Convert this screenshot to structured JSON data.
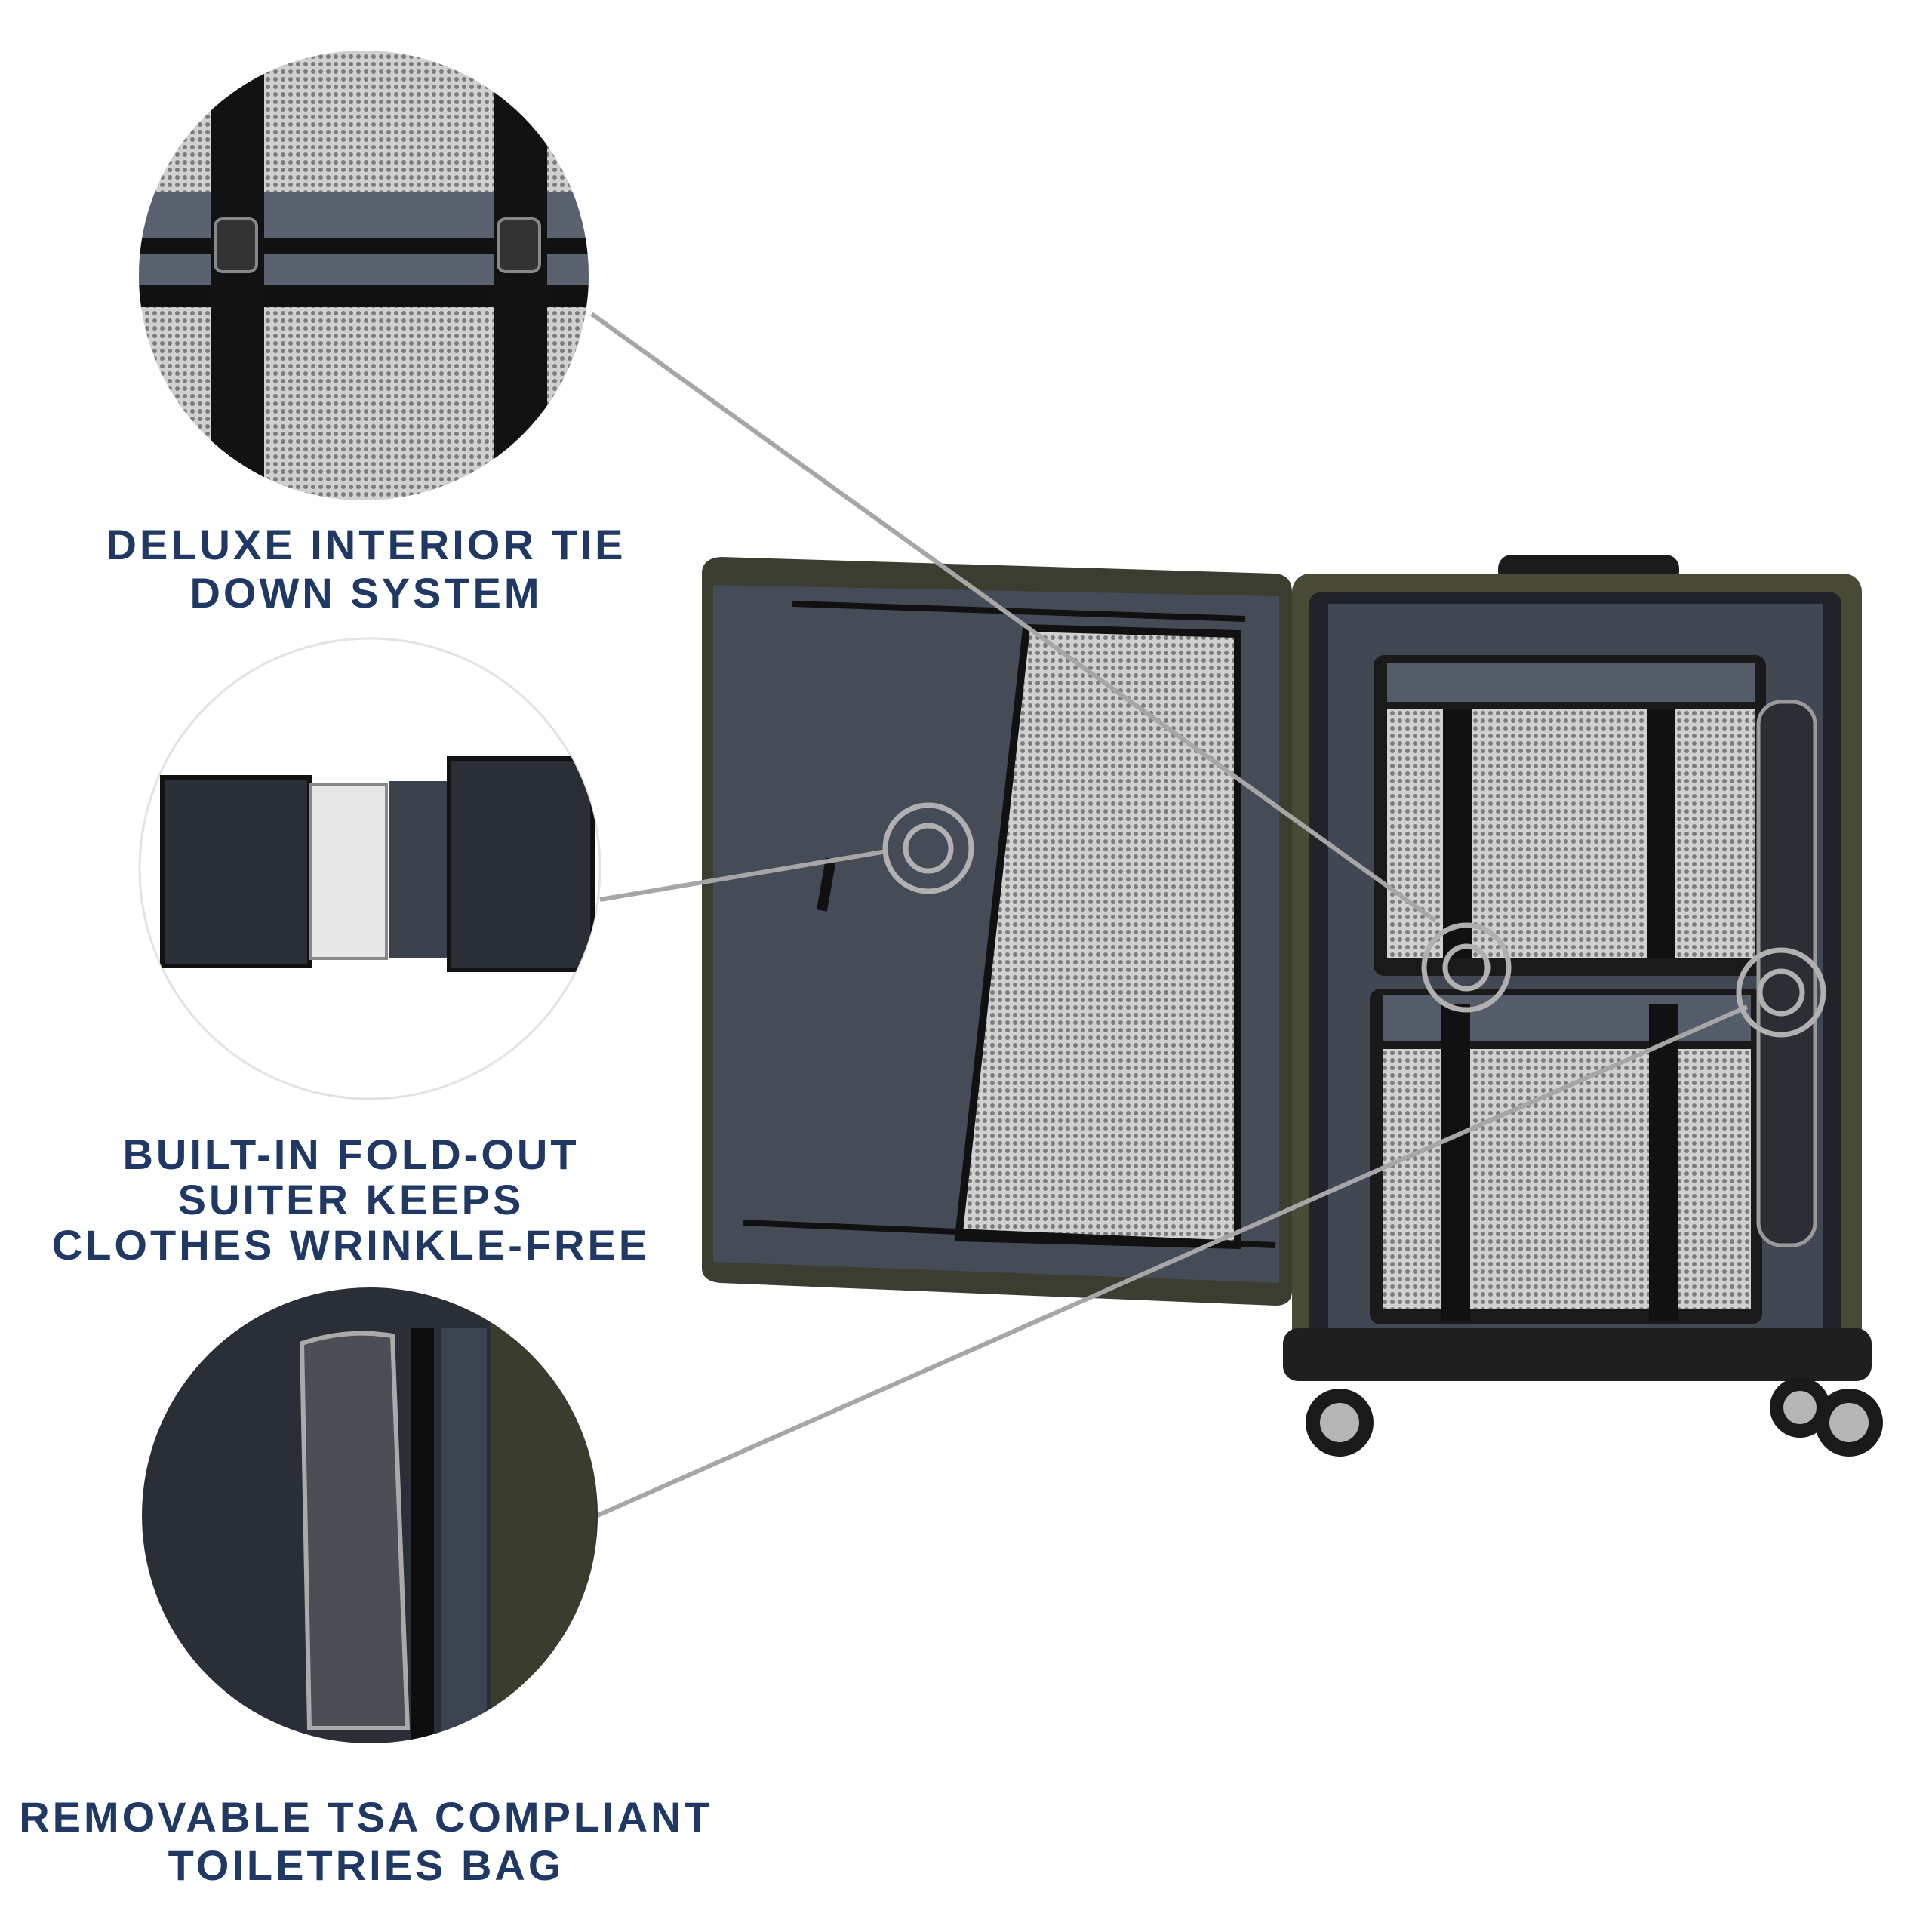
{
  "features": [
    {
      "id": "tie-down",
      "caption_lines": [
        "DELUXE INTERIOR TIE",
        "DOWN SYSTEM"
      ],
      "detail_image": "mesh compartment with buckle straps close-up"
    },
    {
      "id": "suiter",
      "caption_lines": [
        "BUILT-IN FOLD-OUT",
        "SUITER KEEPS",
        "CLOTHES WRINKLE-FREE"
      ],
      "detail_image": "unfolded garment suiter panel"
    },
    {
      "id": "toiletries",
      "caption_lines": [
        "REMOVABLE TSA COMPLIANT",
        "TOILETRIES BAG"
      ],
      "detail_image": "clear zippered toiletries pouch close-up"
    }
  ],
  "colors": {
    "caption_text": "#1f3864",
    "callout_line": "#a6a6a6",
    "lining": "#3f4550",
    "mesh": "#b9b9b9",
    "shell_olive": "#4a4b34",
    "strap": "#1a1a1a"
  }
}
